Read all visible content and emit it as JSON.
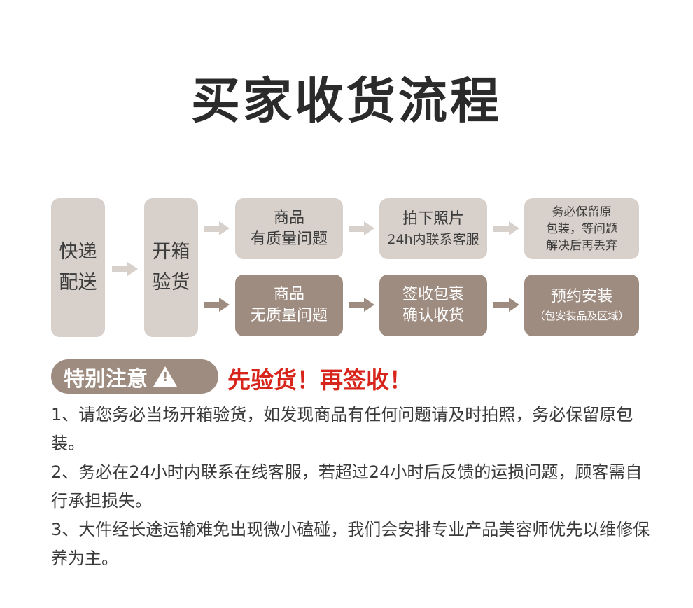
{
  "title": "买家收货流程",
  "flow": {
    "step1": [
      "快递",
      "配送"
    ],
    "step2": [
      "开箱",
      "验货"
    ],
    "problem": {
      "a": [
        "商品",
        "有质量问题"
      ],
      "b": [
        "拍下照片",
        "24h内联系客服"
      ],
      "c": [
        "务必保留原",
        "包装，等问题",
        "解决后再丢弃"
      ]
    },
    "ok": {
      "a": [
        "商品",
        "无质量问题"
      ],
      "b": [
        "签收包裹",
        "确认收货"
      ],
      "c": [
        "预约安装",
        "（包安装品及区域）"
      ]
    }
  },
  "notice": {
    "badge": "特别注意",
    "warn_symbol": "!",
    "slogan": "先验货！再签收！"
  },
  "notes": [
    "1、请您务必当场开箱验货，如发现商品有任何问题请及时拍照，务必保留原包装。",
    "2、务必在24小时内联系在线客服，若超过24小时后反馈的运损问题，顾客需自行承担损失。",
    "3、大件经长途运输难免出现微小磕碰，我们会安排专业产品美容师优先以维修保养为主。"
  ],
  "colors": {
    "light": "#d7d0cb",
    "dark": "#9f8c81",
    "accent": "#d8251c"
  }
}
